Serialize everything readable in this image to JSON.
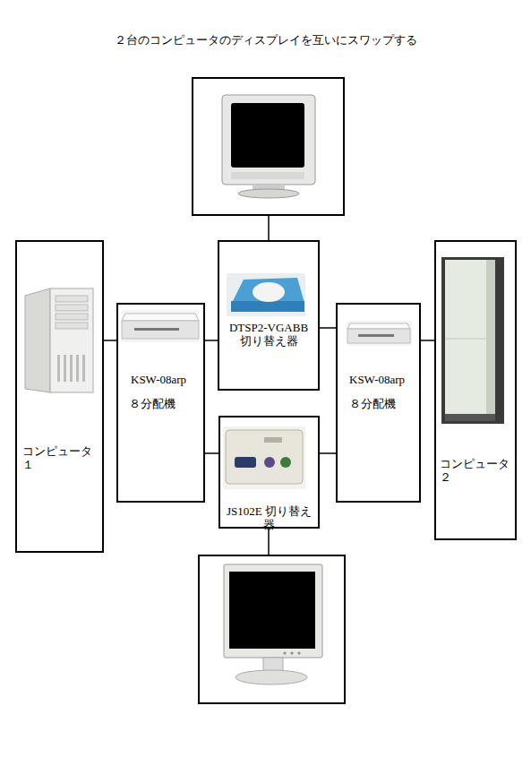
{
  "diagram": {
    "title": "２台のコンピュータのディスプレイを互いにスワップする",
    "nodes": [
      {
        "text": [
          "コンピュータ １"
        ]
      },
      {
        "text": [
          "KSW-08arp",
          "８分配機"
        ]
      },
      {
        "text": [
          "DTSP2-VGABB 切り替え器"
        ]
      },
      {
        "text": [
          "JS102E 切り替え器"
        ]
      },
      {
        "text": [
          "KSW-08arp",
          "８分配機"
        ]
      },
      {
        "text": [
          "コンピュータ ２"
        ]
      }
    ],
    "edges": [
      {
        "from": 0,
        "to": 1,
        "arrow": "none"
      },
      {
        "from": 1,
        "to": 2,
        "arrow": "none"
      },
      {
        "from": 1,
        "to": 3,
        "arrow": "none"
      },
      {
        "from": 2,
        "to": 4,
        "arrow": "none"
      },
      {
        "from": 3,
        "to": 4,
        "arrow": "none"
      },
      {
        "from": 4,
        "to": 5,
        "arrow": "none"
      }
    ]
  }
}
